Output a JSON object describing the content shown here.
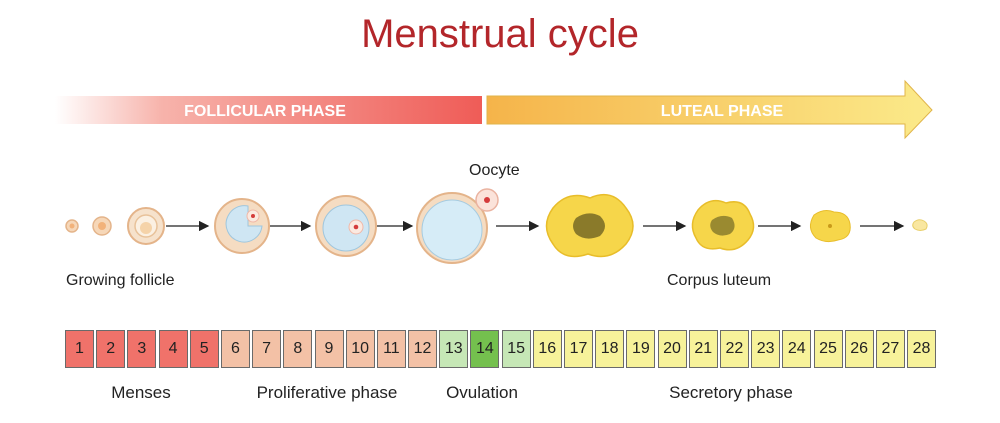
{
  "title": "Menstrual cycle",
  "phases": {
    "follicular": "FOLLICULAR PHASE",
    "luteal": "LUTEAL PHASE"
  },
  "labels": {
    "oocyte": "Oocyte",
    "growing_follicle": "Growing follicle",
    "corpus_luteum": "Corpus luteum"
  },
  "days": [
    {
      "n": "1",
      "color": "#f0726a"
    },
    {
      "n": "2",
      "color": "#f0726a"
    },
    {
      "n": "3",
      "color": "#f0726a"
    },
    {
      "n": "4",
      "color": "#f0726a"
    },
    {
      "n": "5",
      "color": "#f0726a"
    },
    {
      "n": "6",
      "color": "#f3c1a6"
    },
    {
      "n": "7",
      "color": "#f3c1a6"
    },
    {
      "n": "8",
      "color": "#f3c1a6"
    },
    {
      "n": "9",
      "color": "#f3c1a6"
    },
    {
      "n": "10",
      "color": "#f3c1a6"
    },
    {
      "n": "11",
      "color": "#f3c1a6"
    },
    {
      "n": "12",
      "color": "#f3c1a6"
    },
    {
      "n": "13",
      "color": "#c6e7b6"
    },
    {
      "n": "14",
      "color": "#74c04e"
    },
    {
      "n": "15",
      "color": "#c6e7b6"
    },
    {
      "n": "16",
      "color": "#f7f29a"
    },
    {
      "n": "17",
      "color": "#f7f29a"
    },
    {
      "n": "18",
      "color": "#f7f29a"
    },
    {
      "n": "19",
      "color": "#f7f29a"
    },
    {
      "n": "20",
      "color": "#f7f29a"
    },
    {
      "n": "21",
      "color": "#f7f29a"
    },
    {
      "n": "22",
      "color": "#f7f29a"
    },
    {
      "n": "23",
      "color": "#f7f29a"
    },
    {
      "n": "24",
      "color": "#f7f29a"
    },
    {
      "n": "25",
      "color": "#f7f29a"
    },
    {
      "n": "26",
      "color": "#f7f29a"
    },
    {
      "n": "27",
      "color": "#f7f29a"
    },
    {
      "n": "28",
      "color": "#f7f29a"
    }
  ],
  "phase_names": {
    "menses": "Menses",
    "proliferative": "Proliferative phase",
    "ovulation": "Ovulation",
    "secretory": "Secretory phase"
  },
  "colors": {
    "title": "#b3262a",
    "follicular_bar": "#f0625a",
    "luteal_bar": "#f9d860",
    "follicle_fill": "#f7ddc4",
    "corpus_luteum": "#f3d24a"
  }
}
